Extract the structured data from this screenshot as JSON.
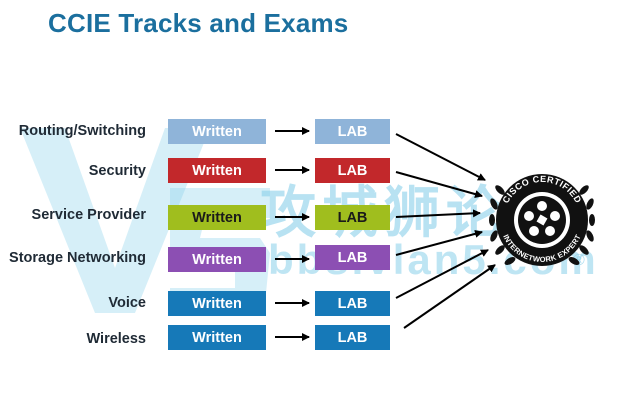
{
  "title": "CCIE Tracks and Exams",
  "tracks": [
    {
      "label": "Routing/Switching",
      "written": "Written",
      "lab": "LAB",
      "written_color": "#8fb4d9",
      "lab_color": "#8fb4d9"
    },
    {
      "label": "Security",
      "written": "Written",
      "lab": "LAB",
      "written_color": "#c2282b",
      "lab_color": "#c2282b"
    },
    {
      "label": "Service Provider",
      "written": "Written",
      "lab": "LAB",
      "written_color": "#a0be1e",
      "lab_color": "#a0be1e"
    },
    {
      "label": "Storage Networking",
      "written": "Written",
      "lab": "LAB",
      "written_color": "#8c4fb3",
      "lab_color": "#8c4fb3"
    },
    {
      "label": "Voice",
      "written": "Written",
      "lab": "LAB",
      "written_color": "#1679b8",
      "lab_color": "#1679b8"
    },
    {
      "label": "Wireless",
      "written": "Written",
      "lab": "LAB",
      "written_color": "#1679b8",
      "lab_color": "#1679b8"
    }
  ],
  "emblem": {
    "top_text": "CISCO CERTIFIED",
    "bottom_text": "INTERNETWORK EXPERT",
    "trademark": "®"
  },
  "watermark": {
    "cn_text": "攻城狮论坛",
    "url": "bbs.vlan5.com",
    "reg": "®"
  },
  "colors": {
    "title": "#1b6f9e",
    "arrow": "#000000",
    "watermark": "#8ad0ea"
  }
}
